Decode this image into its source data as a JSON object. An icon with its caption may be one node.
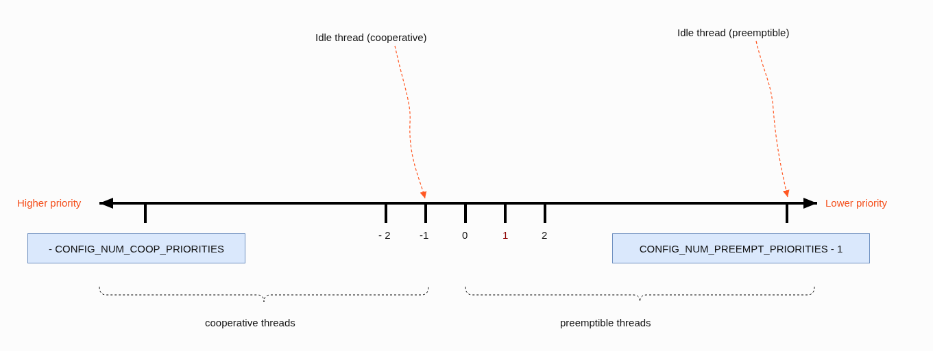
{
  "diagram": {
    "nodes": [
      {
        "text": [
          "Idle thread (cooperative)"
        ]
      },
      {
        "text": [
          "Idle thread (preemptible)"
        ]
      },
      {
        "text": [
          "- CONFIG_NUM_COOP_PRIORITIES"
        ]
      },
      {
        "text": [
          "CONFIG_NUM_PREEMPT_PRIORITIES - 1"
        ]
      }
    ],
    "edges": [
      {
        "from": 0,
        "to": null,
        "arrow": "to",
        "style": "dashed",
        "color": "#ff5722"
      },
      {
        "from": 1,
        "to": null,
        "arrow": "to",
        "style": "dashed",
        "color": "#ff5722"
      }
    ],
    "labels": [
      "Higher priority",
      "Lower priority",
      "- 2",
      "-1",
      "0",
      "1",
      "2",
      "cooperative threads",
      "preemptible threads"
    ]
  }
}
